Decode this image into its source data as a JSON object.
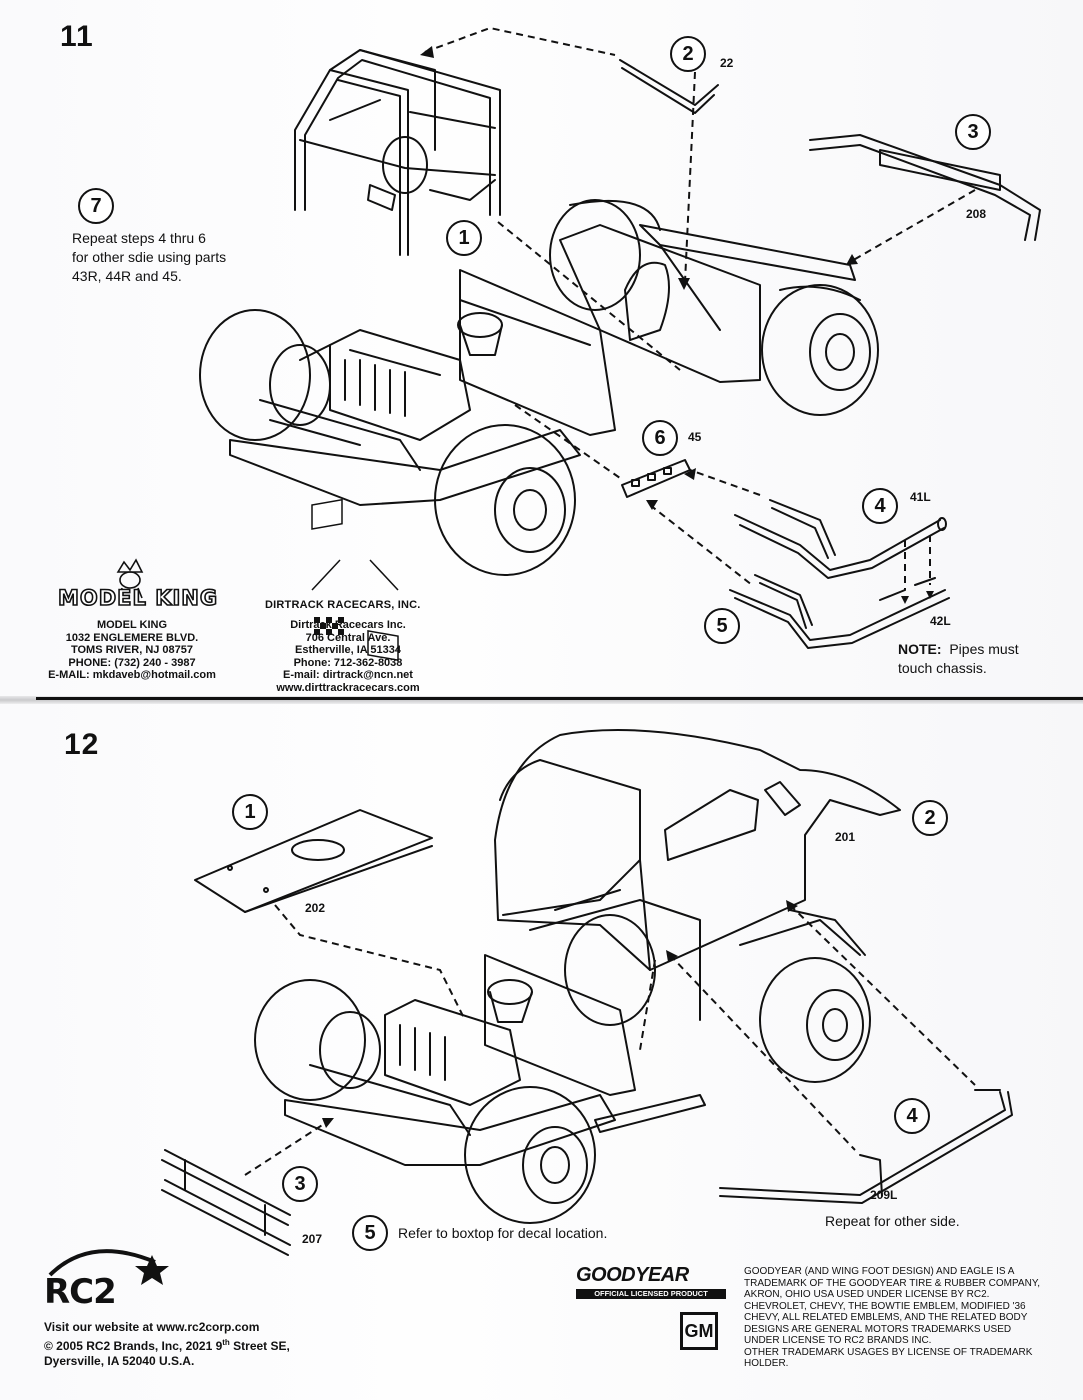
{
  "step11": {
    "number": "11",
    "callouts": {
      "c1": "1",
      "c2": "2",
      "c3": "3",
      "c4": "4",
      "c5": "5",
      "c6": "6",
      "c7": "7"
    },
    "parts": {
      "p22": "22",
      "p208": "208",
      "p45": "45",
      "p41L": "41L",
      "p42L": "42L"
    },
    "instruction_lines": [
      "Repeat steps 4 thru 6",
      "for other sdie using parts",
      "43R, 44R and 45."
    ],
    "note_label": "NOTE:",
    "note_lines": [
      "Pipes must",
      "touch chassis."
    ]
  },
  "model_king": {
    "logo": "MODEL KING",
    "lines": [
      "MODEL KING",
      "1032 ENGLEMERE BLVD.",
      "TOMS RIVER, NJ  08757",
      "PHONE: (732) 240 - 3987",
      "E-MAIL: mkdaveb@hotmail.com"
    ]
  },
  "dirtrack": {
    "name": "DIRTRACK RACECARS, INC.",
    "lines": [
      "Dirtrack Racecars Inc.",
      "706 Central Ave.",
      "Estherville, IA  51334",
      "Phone: 712-362-8038",
      "E-mail: dirtrack@ncn.net",
      "www.dirttrackracecars.com"
    ]
  },
  "step12": {
    "number": "12",
    "callouts": {
      "c1": "1",
      "c2": "2",
      "c3": "3",
      "c4": "4",
      "c5": "5"
    },
    "parts": {
      "p202": "202",
      "p201": "201",
      "p207": "207",
      "p209L": "209L"
    },
    "decal_text": "Refer to boxtop for decal location.",
    "repeat_text": "Repeat for other side."
  },
  "footer": {
    "rc2_logo": "RC2",
    "website": "Visit our website at www.rc2corp.com",
    "copyright_a": "© 2005 RC2 Brands, Inc, 2021 9",
    "copyright_sup": "th",
    "copyright_b": " Street SE,",
    "city": "Dyersville, IA 52040 U.S.A.",
    "goodyear_logo": "GOODYEAR",
    "goodyear_bar": "OFFICIAL LICENSED PRODUCT",
    "gm_logo": "GM",
    "legal": [
      "GOODYEAR (AND WING FOOT DESIGN) AND EAGLE IS A",
      "TRADEMARK OF THE GOODYEAR TIRE & RUBBER COMPANY,",
      "AKRON, OHIO USA USED UNDER LICENSE BY RC2.",
      "CHEVROLET, CHEVY, THE BOWTIE EMBLEM, MODIFIED '36",
      "CHEVY, ALL RELATED EMBLEMS, AND THE RELATED BODY",
      "DESIGNS ARE GENERAL MOTORS TRADEMARKS USED",
      "UNDER LICENSE TO RC2 BRANDS INC.",
      "OTHER TRADEMARK USAGES BY LICENSE OF TRADEMARK HOLDER."
    ]
  }
}
